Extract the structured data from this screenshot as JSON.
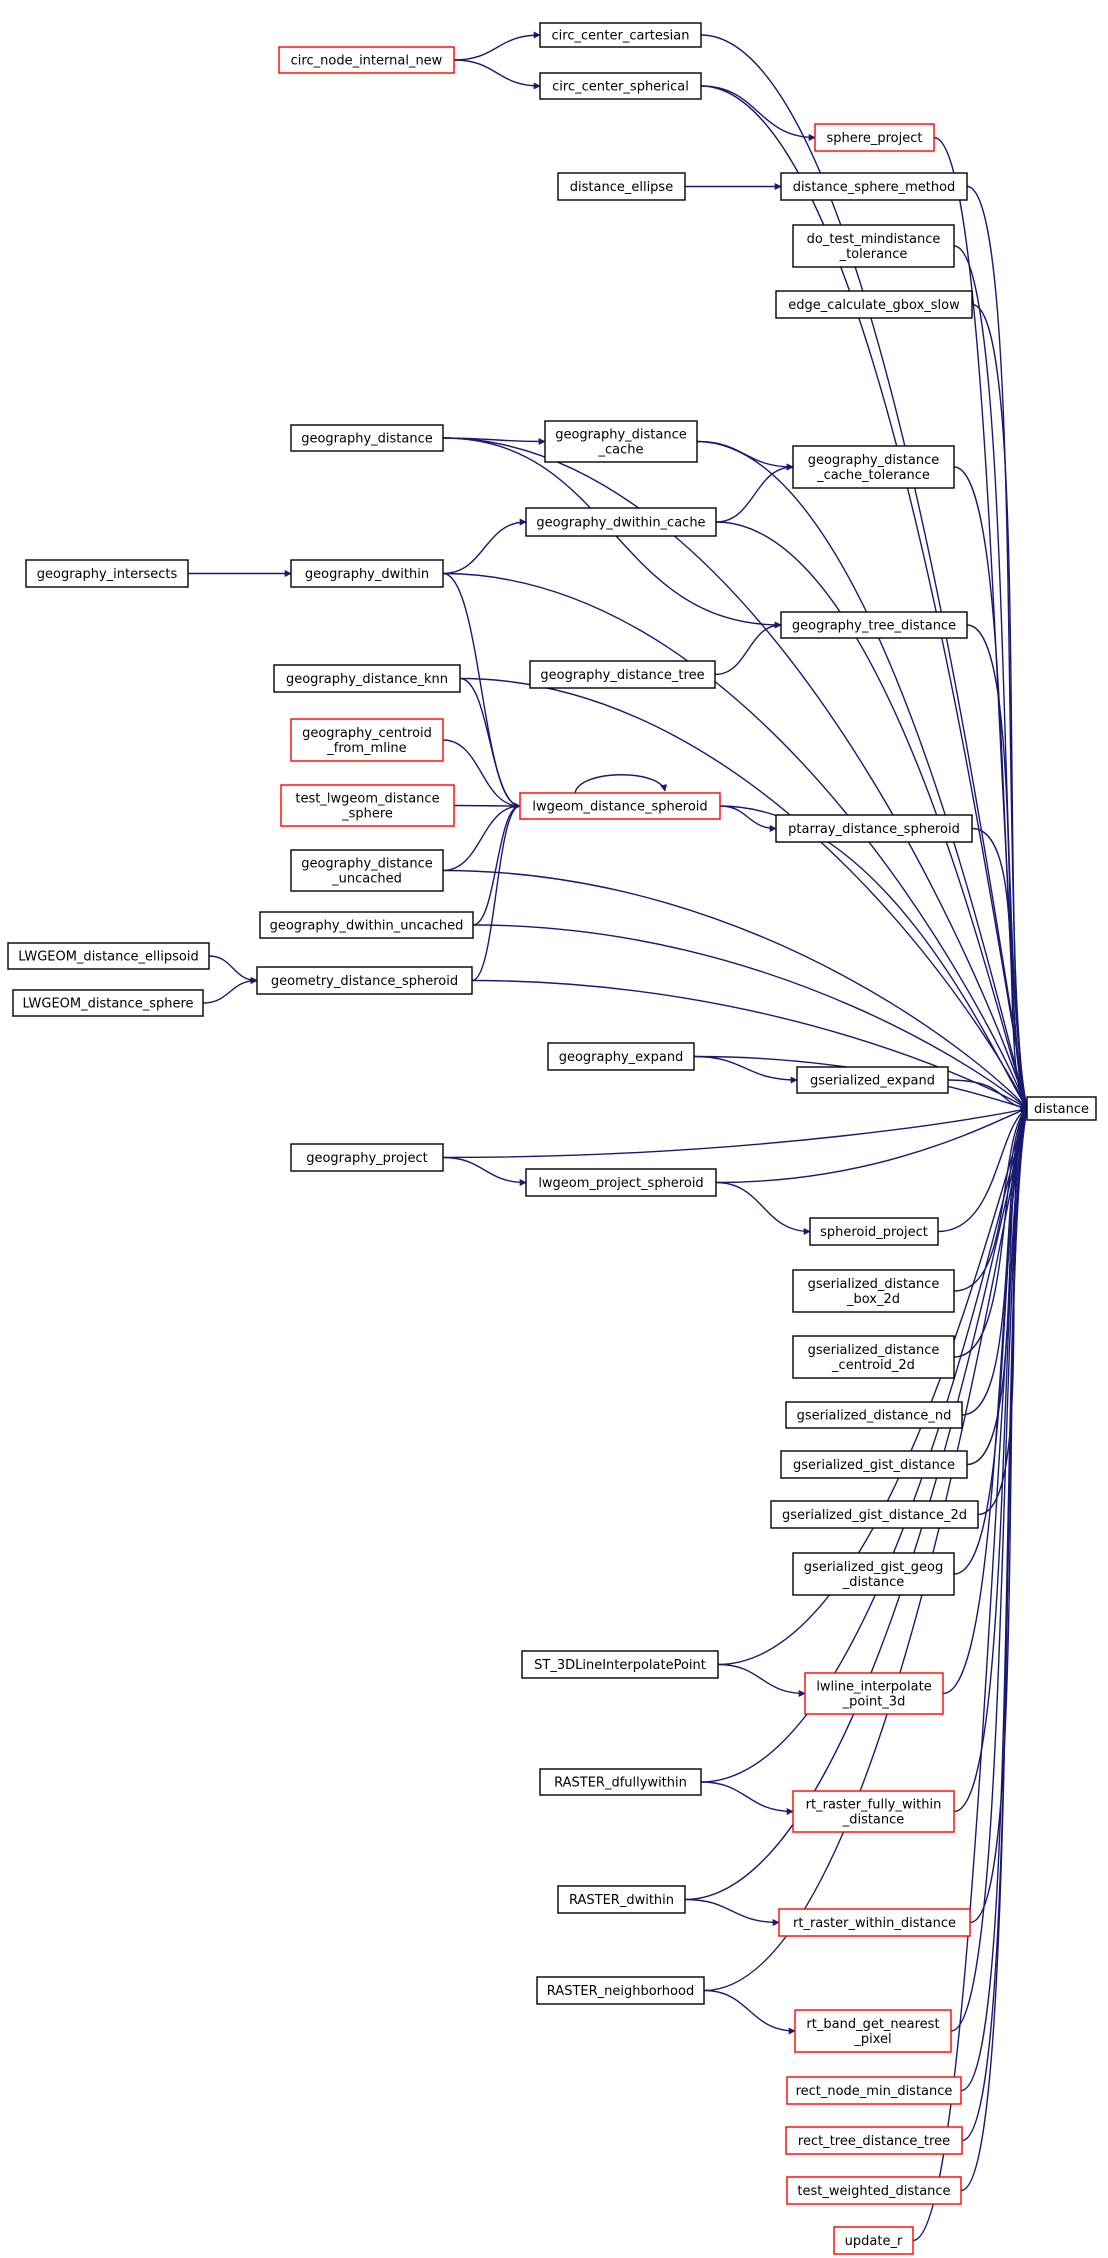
{
  "colors": {
    "edge": "#191970",
    "node_border": "#000000",
    "node_border_incomplete": "#ff0000",
    "root_fill": "#bfbfbf"
  },
  "nodes": [
    {
      "id": "distance",
      "lines": [
        "distance"
      ],
      "border": "black",
      "root": true
    },
    {
      "id": "circ_center_cartesian",
      "lines": [
        "circ_center_cartesian"
      ],
      "border": "black"
    },
    {
      "id": "circ_node_internal_new",
      "lines": [
        "circ_node_internal_new"
      ],
      "border": "red"
    },
    {
      "id": "circ_center_spherical",
      "lines": [
        "circ_center_spherical"
      ],
      "border": "black"
    },
    {
      "id": "sphere_project",
      "lines": [
        "sphere_project"
      ],
      "border": "red"
    },
    {
      "id": "distance_ellipse",
      "lines": [
        "distance_ellipse"
      ],
      "border": "black"
    },
    {
      "id": "distance_sphere_method",
      "lines": [
        "distance_sphere_method"
      ],
      "border": "black"
    },
    {
      "id": "do_test_mindistance_tolerance",
      "lines": [
        "do_test_mindistance",
        "_tolerance"
      ],
      "border": "black"
    },
    {
      "id": "edge_calculate_gbox_slow",
      "lines": [
        "edge_calculate_gbox_slow"
      ],
      "border": "black"
    },
    {
      "id": "geography_distance",
      "lines": [
        "geography_distance"
      ],
      "border": "black"
    },
    {
      "id": "geography_distance_cache",
      "lines": [
        "geography_distance",
        "_cache"
      ],
      "border": "black"
    },
    {
      "id": "geography_distance_cache_tolerance",
      "lines": [
        "geography_distance",
        "_cache_tolerance"
      ],
      "border": "black"
    },
    {
      "id": "geography_dwithin_cache",
      "lines": [
        "geography_dwithin_cache"
      ],
      "border": "black"
    },
    {
      "id": "geography_intersects",
      "lines": [
        "geography_intersects"
      ],
      "border": "black"
    },
    {
      "id": "geography_dwithin",
      "lines": [
        "geography_dwithin"
      ],
      "border": "black"
    },
    {
      "id": "geography_tree_distance",
      "lines": [
        "geography_tree_distance"
      ],
      "border": "black"
    },
    {
      "id": "geography_distance_tree",
      "lines": [
        "geography_distance_tree"
      ],
      "border": "black"
    },
    {
      "id": "geography_distance_knn",
      "lines": [
        "geography_distance_knn"
      ],
      "border": "black"
    },
    {
      "id": "geography_centroid_from_mline",
      "lines": [
        "geography_centroid",
        "_from_mline"
      ],
      "border": "red"
    },
    {
      "id": "test_lwgeom_distance_sphere",
      "lines": [
        "test_lwgeom_distance",
        "_sphere"
      ],
      "border": "red"
    },
    {
      "id": "lwgeom_distance_spheroid",
      "lines": [
        "lwgeom_distance_spheroid"
      ],
      "border": "red"
    },
    {
      "id": "ptarray_distance_spheroid",
      "lines": [
        "ptarray_distance_spheroid"
      ],
      "border": "black"
    },
    {
      "id": "geography_distance_uncached",
      "lines": [
        "geography_distance",
        "_uncached"
      ],
      "border": "black"
    },
    {
      "id": "geography_dwithin_uncached",
      "lines": [
        "geography_dwithin_uncached"
      ],
      "border": "black"
    },
    {
      "id": "LWGEOM_distance_ellipsoid",
      "lines": [
        "LWGEOM_distance_ellipsoid"
      ],
      "border": "black"
    },
    {
      "id": "geometry_distance_spheroid",
      "lines": [
        "geometry_distance_spheroid"
      ],
      "border": "black"
    },
    {
      "id": "LWGEOM_distance_sphere",
      "lines": [
        "LWGEOM_distance_sphere"
      ],
      "border": "black"
    },
    {
      "id": "geography_expand",
      "lines": [
        "geography_expand"
      ],
      "border": "black"
    },
    {
      "id": "gserialized_expand",
      "lines": [
        "gserialized_expand"
      ],
      "border": "black"
    },
    {
      "id": "geography_project",
      "lines": [
        "geography_project"
      ],
      "border": "black"
    },
    {
      "id": "lwgeom_project_spheroid",
      "lines": [
        "lwgeom_project_spheroid"
      ],
      "border": "black"
    },
    {
      "id": "spheroid_project",
      "lines": [
        "spheroid_project"
      ],
      "border": "black"
    },
    {
      "id": "gserialized_distance_box_2d",
      "lines": [
        "gserialized_distance",
        "_box_2d"
      ],
      "border": "black"
    },
    {
      "id": "gserialized_distance_centroid_2d",
      "lines": [
        "gserialized_distance",
        "_centroid_2d"
      ],
      "border": "black"
    },
    {
      "id": "gserialized_distance_nd",
      "lines": [
        "gserialized_distance_nd"
      ],
      "border": "black"
    },
    {
      "id": "gserialized_gist_distance",
      "lines": [
        "gserialized_gist_distance"
      ],
      "border": "black"
    },
    {
      "id": "gserialized_gist_distance_2d",
      "lines": [
        "gserialized_gist_distance_2d"
      ],
      "border": "black"
    },
    {
      "id": "gserialized_gist_geog_distance",
      "lines": [
        "gserialized_gist_geog",
        "_distance"
      ],
      "border": "black"
    },
    {
      "id": "ST_3DLineInterpolatePoint",
      "lines": [
        "ST_3DLineInterpolatePoint"
      ],
      "border": "black"
    },
    {
      "id": "lwline_interpolate_point_3d",
      "lines": [
        "lwline_interpolate",
        "_point_3d"
      ],
      "border": "red"
    },
    {
      "id": "RASTER_dfullywithin",
      "lines": [
        "RASTER_dfullywithin"
      ],
      "border": "black"
    },
    {
      "id": "rt_raster_fully_within_distance",
      "lines": [
        "rt_raster_fully_within",
        "_distance"
      ],
      "border": "red"
    },
    {
      "id": "RASTER_dwithin",
      "lines": [
        "RASTER_dwithin"
      ],
      "border": "black"
    },
    {
      "id": "rt_raster_within_distance",
      "lines": [
        "rt_raster_within_distance"
      ],
      "border": "red"
    },
    {
      "id": "RASTER_neighborhood",
      "lines": [
        "RASTER_neighborhood"
      ],
      "border": "black"
    },
    {
      "id": "rt_band_get_nearest_pixel",
      "lines": [
        "rt_band_get_nearest",
        "_pixel"
      ],
      "border": "red"
    },
    {
      "id": "rect_node_min_distance",
      "lines": [
        "rect_node_min_distance"
      ],
      "border": "red"
    },
    {
      "id": "rect_tree_distance_tree",
      "lines": [
        "rect_tree_distance_tree"
      ],
      "border": "red"
    },
    {
      "id": "test_weighted_distance",
      "lines": [
        "test_weighted_distance"
      ],
      "border": "red"
    },
    {
      "id": "update_r",
      "lines": [
        "update_r"
      ],
      "border": "red"
    }
  ],
  "edges": [
    [
      "circ_center_cartesian",
      "distance"
    ],
    [
      "circ_center_spherical",
      "distance"
    ],
    [
      "sphere_project",
      "distance"
    ],
    [
      "distance_sphere_method",
      "distance"
    ],
    [
      "do_test_mindistance_tolerance",
      "distance"
    ],
    [
      "edge_calculate_gbox_slow",
      "distance"
    ],
    [
      "geography_distance",
      "distance"
    ],
    [
      "geography_distance_cache",
      "distance"
    ],
    [
      "geography_distance_cache_tolerance",
      "distance"
    ],
    [
      "geography_dwithin_cache",
      "distance"
    ],
    [
      "geography_dwithin",
      "distance"
    ],
    [
      "geography_tree_distance",
      "distance"
    ],
    [
      "geography_distance_knn",
      "distance"
    ],
    [
      "lwgeom_distance_spheroid",
      "distance"
    ],
    [
      "ptarray_distance_spheroid",
      "distance"
    ],
    [
      "geography_distance_uncached",
      "distance"
    ],
    [
      "geography_dwithin_uncached",
      "distance"
    ],
    [
      "geometry_distance_spheroid",
      "distance"
    ],
    [
      "geography_expand",
      "distance"
    ],
    [
      "gserialized_expand",
      "distance"
    ],
    [
      "geography_project",
      "distance"
    ],
    [
      "lwgeom_project_spheroid",
      "distance"
    ],
    [
      "spheroid_project",
      "distance"
    ],
    [
      "gserialized_distance_box_2d",
      "distance"
    ],
    [
      "gserialized_distance_centroid_2d",
      "distance"
    ],
    [
      "gserialized_distance_nd",
      "distance"
    ],
    [
      "gserialized_gist_distance",
      "distance"
    ],
    [
      "gserialized_gist_distance_2d",
      "distance"
    ],
    [
      "gserialized_gist_geog_distance",
      "distance"
    ],
    [
      "ST_3DLineInterpolatePoint",
      "distance"
    ],
    [
      "lwline_interpolate_point_3d",
      "distance"
    ],
    [
      "RASTER_dfullywithin",
      "distance"
    ],
    [
      "rt_raster_fully_within_distance",
      "distance"
    ],
    [
      "RASTER_dwithin",
      "distance"
    ],
    [
      "rt_raster_within_distance",
      "distance"
    ],
    [
      "RASTER_neighborhood",
      "distance"
    ],
    [
      "rt_band_get_nearest_pixel",
      "distance"
    ],
    [
      "rect_node_min_distance",
      "distance"
    ],
    [
      "rect_tree_distance_tree",
      "distance"
    ],
    [
      "test_weighted_distance",
      "distance"
    ],
    [
      "update_r",
      "distance"
    ],
    [
      "circ_node_internal_new",
      "circ_center_cartesian"
    ],
    [
      "circ_node_internal_new",
      "circ_center_spherical"
    ],
    [
      "circ_center_spherical",
      "sphere_project"
    ],
    [
      "distance_ellipse",
      "distance_sphere_method"
    ],
    [
      "geography_distance",
      "geography_distance_cache"
    ],
    [
      "geography_distance",
      "geography_tree_distance"
    ],
    [
      "geography_distance_cache",
      "geography_distance_cache_tolerance"
    ],
    [
      "geography_dwithin_cache",
      "geography_distance_cache_tolerance"
    ],
    [
      "geography_dwithin",
      "geography_dwithin_cache"
    ],
    [
      "geography_intersects",
      "geography_dwithin"
    ],
    [
      "geography_dwithin",
      "lwgeom_distance_spheroid"
    ],
    [
      "geography_distance_tree",
      "geography_tree_distance"
    ],
    [
      "geography_distance_knn",
      "lwgeom_distance_spheroid"
    ],
    [
      "geography_centroid_from_mline",
      "lwgeom_distance_spheroid"
    ],
    [
      "test_lwgeom_distance_sphere",
      "lwgeom_distance_spheroid"
    ],
    [
      "lwgeom_distance_spheroid",
      "lwgeom_distance_spheroid"
    ],
    [
      "lwgeom_distance_spheroid",
      "ptarray_distance_spheroid"
    ],
    [
      "geography_distance_uncached",
      "lwgeom_distance_spheroid"
    ],
    [
      "geography_dwithin_uncached",
      "lwgeom_distance_spheroid"
    ],
    [
      "geometry_distance_spheroid",
      "lwgeom_distance_spheroid"
    ],
    [
      "LWGEOM_distance_ellipsoid",
      "geometry_distance_spheroid"
    ],
    [
      "LWGEOM_distance_sphere",
      "geometry_distance_spheroid"
    ],
    [
      "geography_expand",
      "gserialized_expand"
    ],
    [
      "geography_project",
      "lwgeom_project_spheroid"
    ],
    [
      "lwgeom_project_spheroid",
      "spheroid_project"
    ],
    [
      "ST_3DLineInterpolatePoint",
      "lwline_interpolate_point_3d"
    ],
    [
      "RASTER_dfullywithin",
      "rt_raster_fully_within_distance"
    ],
    [
      "RASTER_dwithin",
      "rt_raster_within_distance"
    ],
    [
      "RASTER_neighborhood",
      "rt_band_get_nearest_pixel"
    ]
  ]
}
